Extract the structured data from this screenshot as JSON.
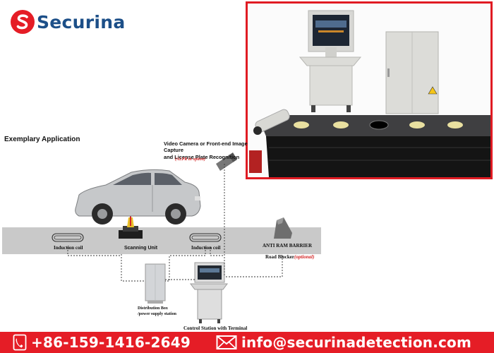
{
  "brand": {
    "name": "Securina",
    "accent": "#e51d26",
    "text_color": "#1c4f88"
  },
  "diagram": {
    "heading": "Exemplary Application",
    "camera_label_line1": "Video Camera or Front-end Image Capture",
    "camera_label_line2": "and License Plate Recognition",
    "camera_option": "(ALPR in option)",
    "induction_coil_left": "Induction coil",
    "induction_coil_right": "Induction coil",
    "scanning_unit": "Scanning Unit",
    "anti_ram_barrier": "ANTI RAM BARRIER",
    "road_blocker": "Road Blocker",
    "road_blocker_option": "(optional)",
    "distribution_box_line1": "Distribution Box",
    "distribution_box_line2": "/power supply station",
    "control_station": "Control Station with Terminal"
  },
  "contact": {
    "phone": "+86-159-1416-2649",
    "email": "info@securinadetection.com",
    "phone_icon": "phone-icon",
    "email_icon": "envelope-icon"
  }
}
